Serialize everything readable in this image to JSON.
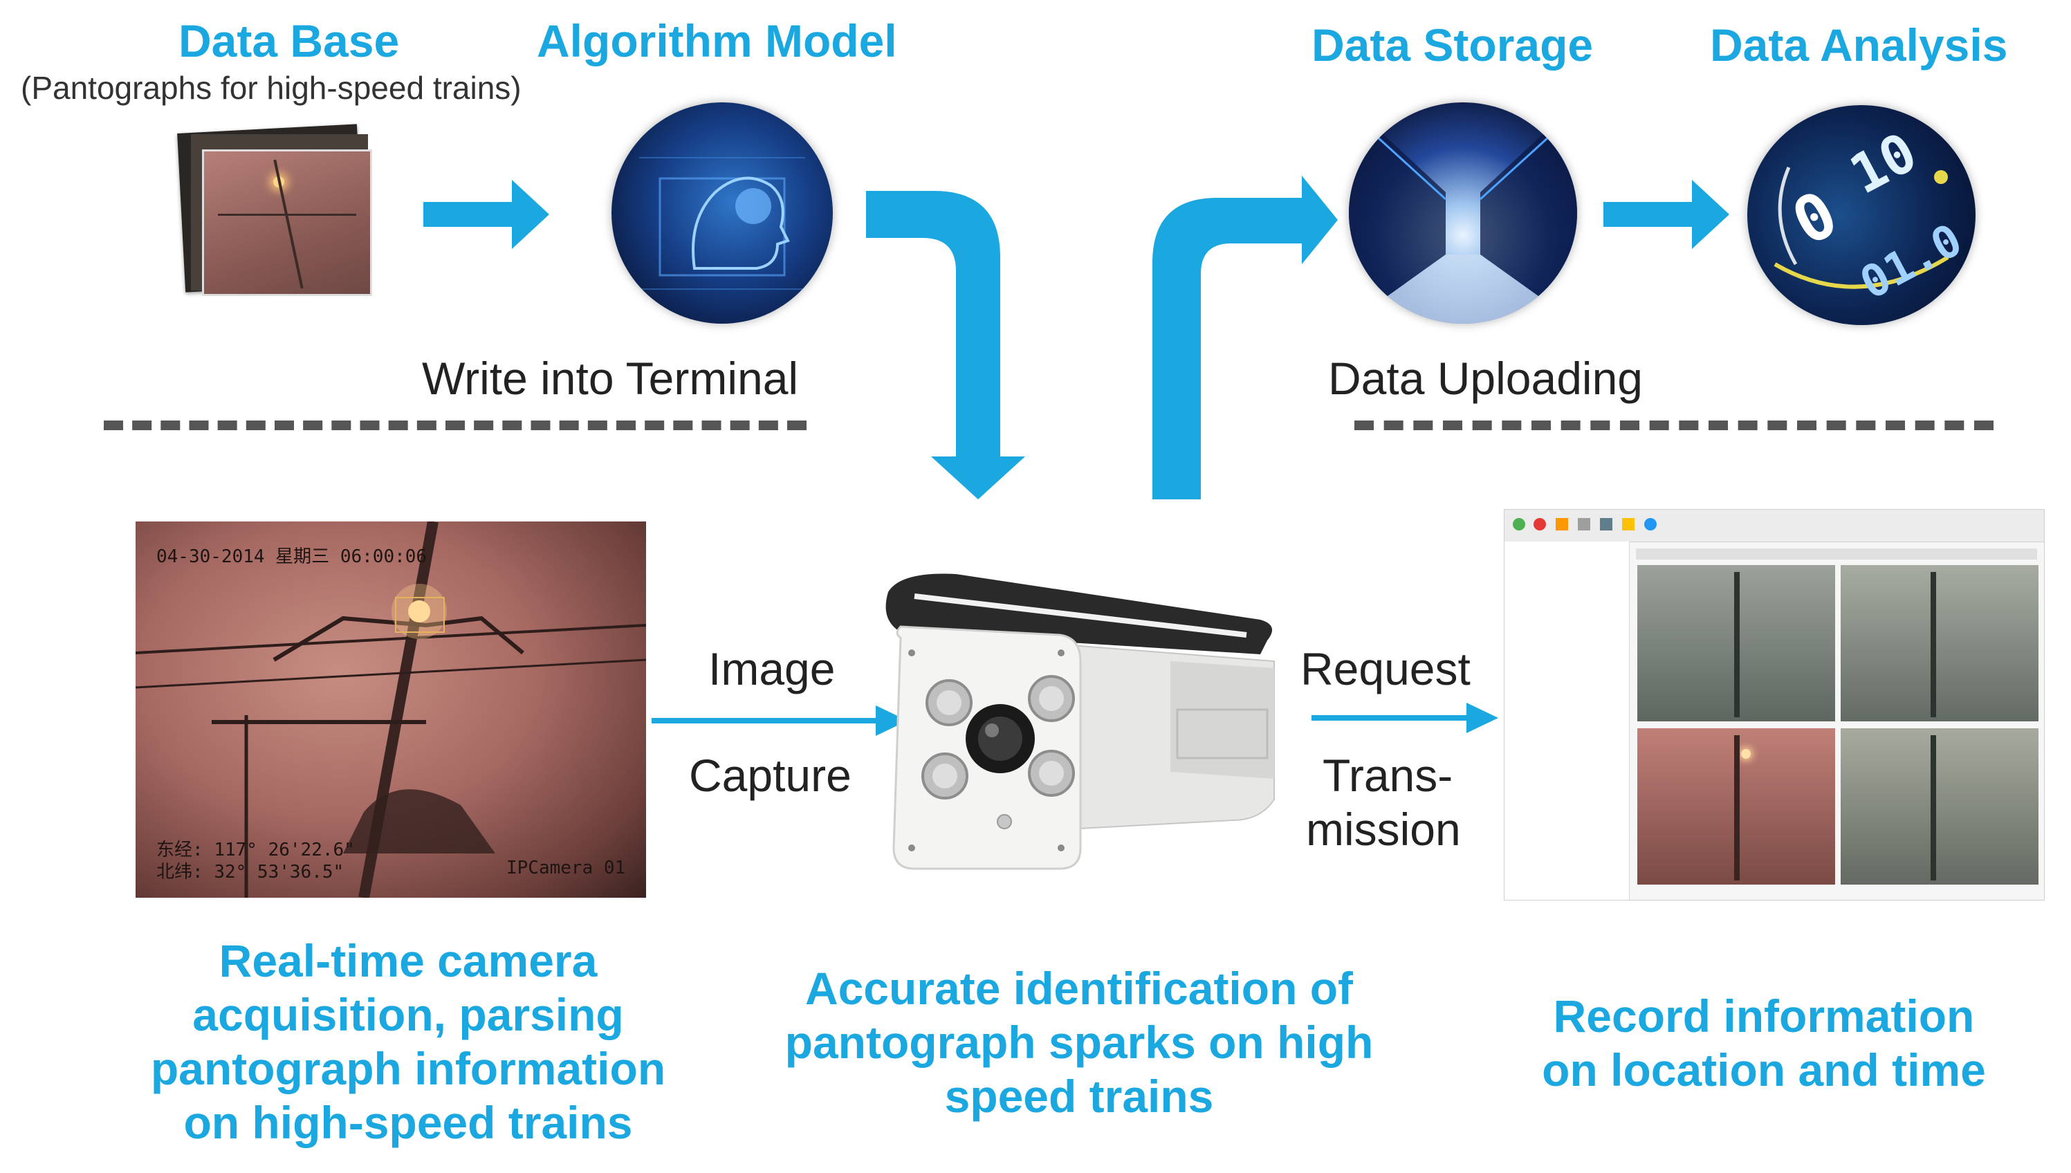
{
  "top": {
    "database_title": "Data Base",
    "database_subtitle": "(Pantographs for high-speed trains)",
    "algorithm_title": "Algorithm Model",
    "storage_title": "Data Storage",
    "analysis_title": "Data Analysis",
    "write_label": "Write into Terminal",
    "upload_label": "Data Uploading"
  },
  "middle": {
    "image_label": "Image",
    "capture_label": "Capture",
    "request_label": "Request",
    "transmission_label_1": "Trans-",
    "transmission_label_2": "mission"
  },
  "camera_overlay": {
    "datetime": "04-30-2014 星期三 06:00:06",
    "longitude_label": "东经:",
    "longitude_value": "117° 26'22.6\"",
    "latitude_label": "北纬:",
    "latitude_value": "32° 53'36.5\"",
    "camera_name": "IPCamera 01"
  },
  "analysis_icon": {
    "digits_1": "10",
    "digits_2": "0",
    "digits_3": "01.0"
  },
  "captions": {
    "left": [
      "Real-time camera",
      "acquisition, parsing",
      "pantograph information",
      "on high-speed trains"
    ],
    "center": [
      "Accurate identification of",
      "pantograph sparks on high",
      "speed trains"
    ],
    "right": [
      "Record information",
      "on location and time"
    ]
  },
  "colors": {
    "accent": "#1ba8e0",
    "dash": "#555555"
  }
}
